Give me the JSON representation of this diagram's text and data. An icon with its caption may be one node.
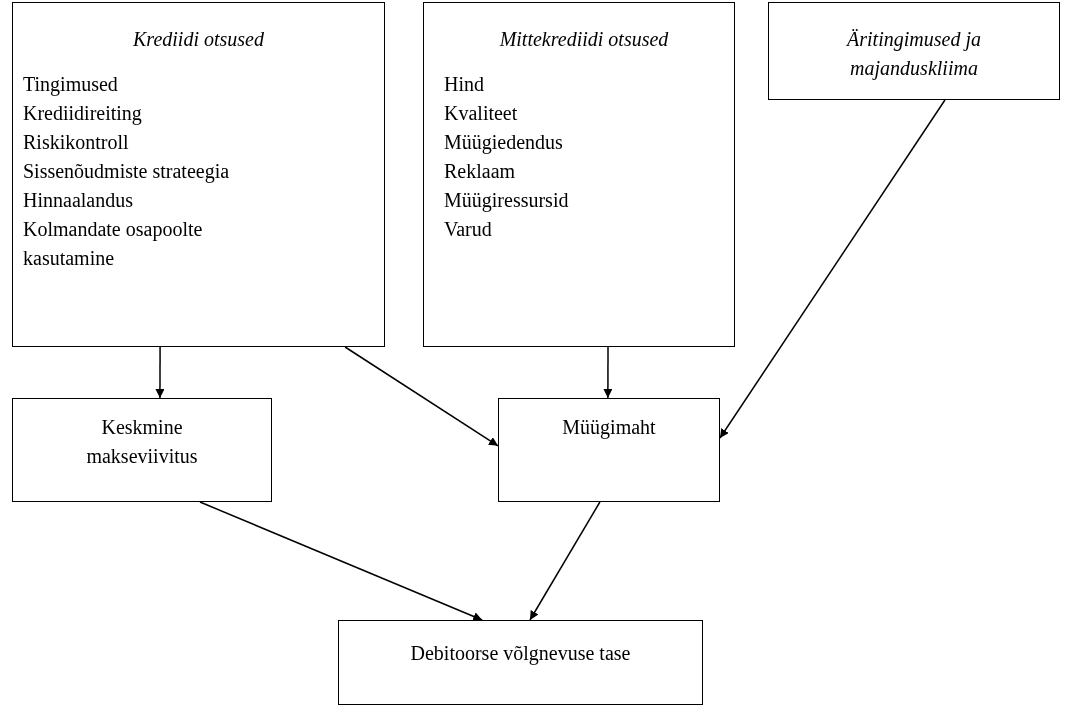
{
  "diagram": {
    "nodes": [
      {
        "text": [
          "Krediidi otsused",
          "Tingimused",
          "Krediidireiting",
          "Riskikontroll",
          "Sissenõudmiste strateegia",
          "Hinnaalandus",
          "Kolmandate osapoolte kasutamine"
        ]
      },
      {
        "text": [
          "Mittekrediidi otsused",
          "Hind",
          "Kvaliteet",
          "Müügiedendus",
          "Reklaam",
          "Müügiressursid",
          "Varud"
        ]
      },
      {
        "text": [
          "Äritingimused ja majanduskliima"
        ]
      },
      {
        "text": [
          "Keskmine makseviivitus"
        ]
      },
      {
        "text": [
          "Müügimaht"
        ]
      },
      {
        "text": [
          "Debitoorse võlgnevuse tase"
        ]
      }
    ],
    "edges": [
      {
        "from": 0,
        "to": 3,
        "arrow": "to"
      },
      {
        "from": 0,
        "to": 4,
        "arrow": "to"
      },
      {
        "from": 1,
        "to": 4,
        "arrow": "to"
      },
      {
        "from": 2,
        "to": 4,
        "arrow": "to"
      },
      {
        "from": 3,
        "to": 5,
        "arrow": "to"
      },
      {
        "from": 4,
        "to": 5,
        "arrow": "to"
      }
    ]
  }
}
